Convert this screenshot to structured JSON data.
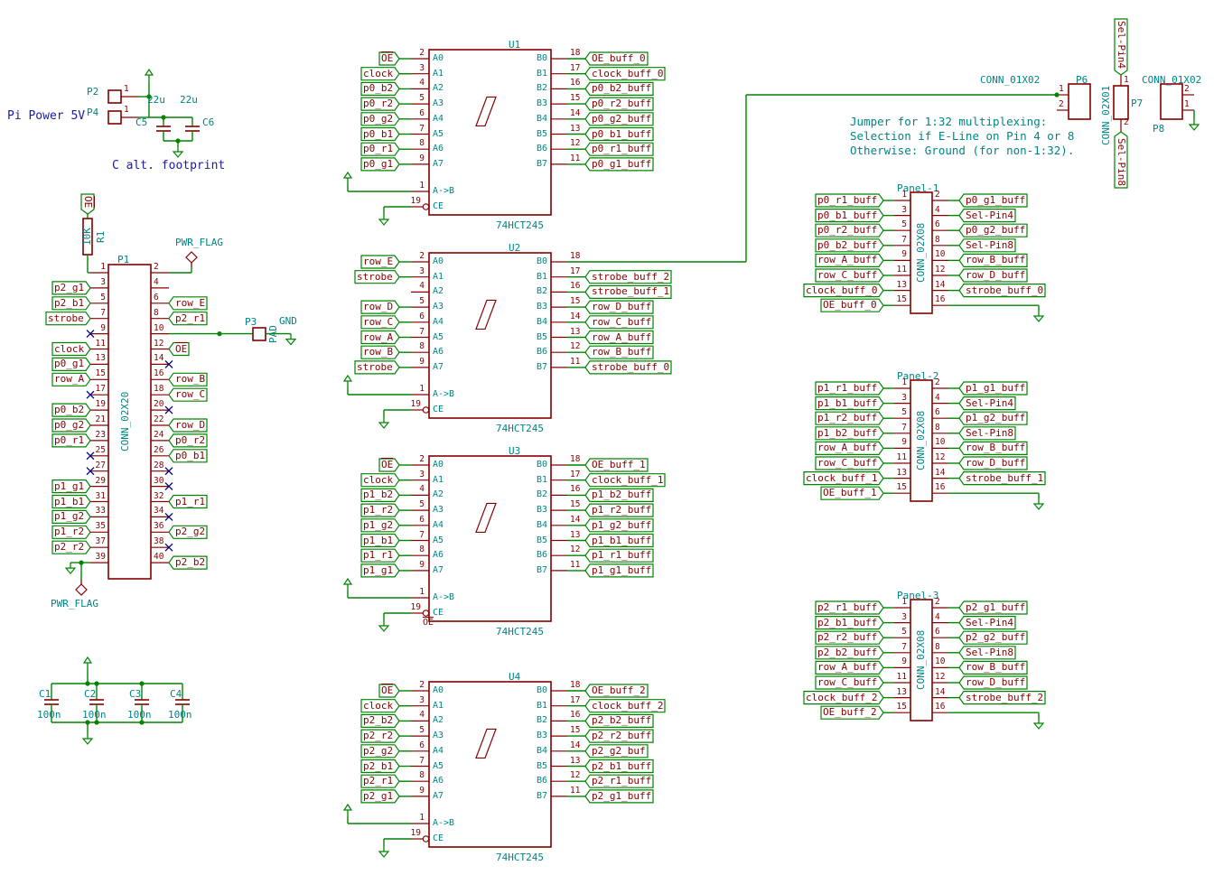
{
  "colors": {
    "wire": "#008400",
    "component": "#840000",
    "field": "#008484",
    "label_text": "#840000",
    "label_box": "#008400",
    "no_connect": "#000084",
    "note_blue": "#1a1aa6",
    "note_teal": "#008484"
  },
  "overline_nets": [
    "OE"
  ],
  "notes": {
    "pi_power": "Pi Power 5V",
    "c_alt": "C alt. footprint",
    "jumper_line1": "Jumper for 1:32 multiplexing:",
    "jumper_line2": "Selection if E-Line on Pin 4 or 8",
    "jumper_line3": "Otherwise: Ground (for non-1:32)."
  },
  "power": {
    "p2": {
      "ref": "P2",
      "pin": "1"
    },
    "p4": {
      "ref": "P4",
      "pin": "1"
    },
    "c5": {
      "ref": "C5",
      "value": "22u"
    },
    "c6": {
      "ref": "C6",
      "value": "22u"
    }
  },
  "r1": {
    "ref": "R1",
    "value": "10K",
    "label": "OE"
  },
  "p3": {
    "ref": "P3",
    "value": "PAD",
    "gnd": "GND"
  },
  "p1": {
    "ref": "P1",
    "value": "CONN_02X20",
    "pwr_flag_top": "PWR_FLAG",
    "pwr_flag_bottom": "PWR_FLAG",
    "left_pins": [
      "1",
      "3",
      "5",
      "7",
      "9",
      "11",
      "13",
      "15",
      "17",
      "19",
      "21",
      "23",
      "25",
      "27",
      "29",
      "31",
      "33",
      "35",
      "37",
      "39"
    ],
    "right_pins": [
      "2",
      "4",
      "6",
      "8",
      "10",
      "12",
      "14",
      "16",
      "18",
      "20",
      "22",
      "24",
      "26",
      "28",
      "30",
      "32",
      "34",
      "36",
      "38",
      "40"
    ],
    "left_labels": [
      null,
      "p2_g1",
      "p2_b1",
      "strobe",
      null,
      "clock",
      "p0_g1",
      "row_A",
      null,
      "p0_b2",
      "p0_g2",
      "p0_r1",
      null,
      null,
      "p1_g1",
      "p1_b1",
      "p1_g2",
      "p1_r2",
      "p2_r2",
      null
    ],
    "right_labels": [
      null,
      null,
      "row_E",
      "p2_r1",
      null,
      "OE",
      null,
      "row_B",
      "row_C",
      null,
      "row_D",
      "p0_r2",
      "p0_b1",
      null,
      null,
      "p1_r1",
      null,
      "p2_g2",
      null,
      "p2_b2"
    ]
  },
  "caps": {
    "refs": [
      "C1",
      "C2",
      "C3",
      "C4"
    ],
    "value": "100n"
  },
  "ic_common": {
    "value": "74HCT245",
    "in_pins": [
      "2",
      "3",
      "4",
      "5",
      "6",
      "7",
      "8",
      "9"
    ],
    "in_names": [
      "A0",
      "A1",
      "A2",
      "A3",
      "A4",
      "A5",
      "A6",
      "A7"
    ],
    "out_pins": [
      "18",
      "17",
      "16",
      "15",
      "14",
      "13",
      "12",
      "11"
    ],
    "out_names": [
      "B0",
      "B1",
      "B2",
      "B3",
      "B4",
      "B5",
      "B6",
      "B7"
    ],
    "dir_pin": "1",
    "dir_name": "A->B",
    "ce_pin": "19",
    "ce_name": "CE"
  },
  "ics": [
    {
      "ref": "U1",
      "inputs": [
        "OE",
        "clock",
        "p0_b2",
        "p0_r2",
        "p0_g2",
        "p0_b1",
        "p0_r1",
        "p0_g1"
      ],
      "outputs": [
        "OE_buff_0",
        "clock_buff_0",
        "p0_b2_buff",
        "p0_r2_buff",
        "p0_g2_buff",
        "p0_b1_buff",
        "p0_r1_buff",
        "p0_g1_buff"
      ]
    },
    {
      "ref": "U2",
      "inputs": [
        "row_E",
        "strobe",
        null,
        "row_D",
        "row_C",
        "row_A",
        "row_B",
        "strobe"
      ],
      "outputs": [
        null,
        "strobe_buff_2",
        "strobe_buff_1",
        "row_D_buff",
        "row_C_buff",
        "row_A_buff",
        "row_B_buff",
        "strobe_buff_0"
      ]
    },
    {
      "ref": "U3",
      "extra_label": "OE",
      "inputs": [
        "OE",
        "clock",
        "p1_b2",
        "p1_r2",
        "p1_g2",
        "p1_b1",
        "p1_r1",
        "p1_g1"
      ],
      "outputs": [
        "OE_buff_1",
        "clock_buff_1",
        "p1_b2_buff",
        "p1_r2_buff",
        "p1_g2_buff",
        "p1_b1_buff",
        "p1_r1_buff",
        "p1_g1_buff"
      ]
    },
    {
      "ref": "U4",
      "inputs": [
        "OE",
        "clock",
        "p2_b2",
        "p2_r2",
        "p2_g2",
        "p2_b1",
        "p2_r1",
        "p2_g1"
      ],
      "outputs": [
        "OE_buff_2",
        "clock_buff_2",
        "p2_b2_buff",
        "p2_r2_buff",
        "p2_g2_buf",
        "p2_b1_buff",
        "p2_r1_buff",
        "p2_g1_buff"
      ]
    }
  ],
  "panels_common": {
    "value": "CONN_02X08",
    "left_pins": [
      "1",
      "3",
      "5",
      "7",
      "9",
      "11",
      "13",
      "15"
    ],
    "right_pins": [
      "2",
      "4",
      "6",
      "8",
      "10",
      "12",
      "14",
      "16"
    ]
  },
  "panels": [
    {
      "title": "Panel-1",
      "left": [
        "p0_r1_buff",
        "p0_b1_buff",
        "p0_r2_buff",
        "p0_b2_buff",
        "row_A_buff",
        "row_C_buff",
        "clock_buff_0",
        "OE_buff_0"
      ],
      "right": [
        "p0_g1_buff",
        "Sel-Pin4",
        "p0_g2_buff",
        "Sel-Pin8",
        "row_B_buff",
        "row_D_buff",
        "strobe_buff_0",
        null
      ]
    },
    {
      "title": "Panel-2",
      "left": [
        "p1_r1_buff",
        "p1_b1_buff",
        "p1_r2_buff",
        "p1_b2_buff",
        "row_A_buff",
        "row_C_buff",
        "clock_buff_1",
        "OE_buff_1"
      ],
      "right": [
        "p1_g1_buff",
        "Sel-Pin4",
        "p1_g2_buff",
        "Sel-Pin8",
        "row_B_buff",
        "row_D_buff",
        "strobe_buff_1",
        null
      ]
    },
    {
      "title": "Panel-3",
      "left": [
        "p2_r1_buff",
        "p2_b1_buff",
        "p2_r2_buff",
        "p2_b2_buff",
        "row_A_buff",
        "row_C_buff",
        "clock_buff_2",
        "OE_buff_2"
      ],
      "right": [
        "p2_g1_buff",
        "Sel-Pin4",
        "p2_g2_buff",
        "Sel-Pin8",
        "row_B_buff",
        "row_D_buff",
        "strobe_buff_2",
        null
      ]
    }
  ],
  "jumper": {
    "sel4": "Sel-Pin4",
    "sel8": "Sel-Pin8",
    "p6": {
      "ref": "P6",
      "value": "CONN_01X02",
      "pins": [
        "1",
        "2"
      ]
    },
    "p7": {
      "ref": "P7",
      "value": "CONN_02X01",
      "pins": [
        "1",
        "2"
      ]
    },
    "p8": {
      "ref": "P8",
      "value": "CONN_01X02",
      "pins": [
        "2",
        "1"
      ]
    }
  }
}
